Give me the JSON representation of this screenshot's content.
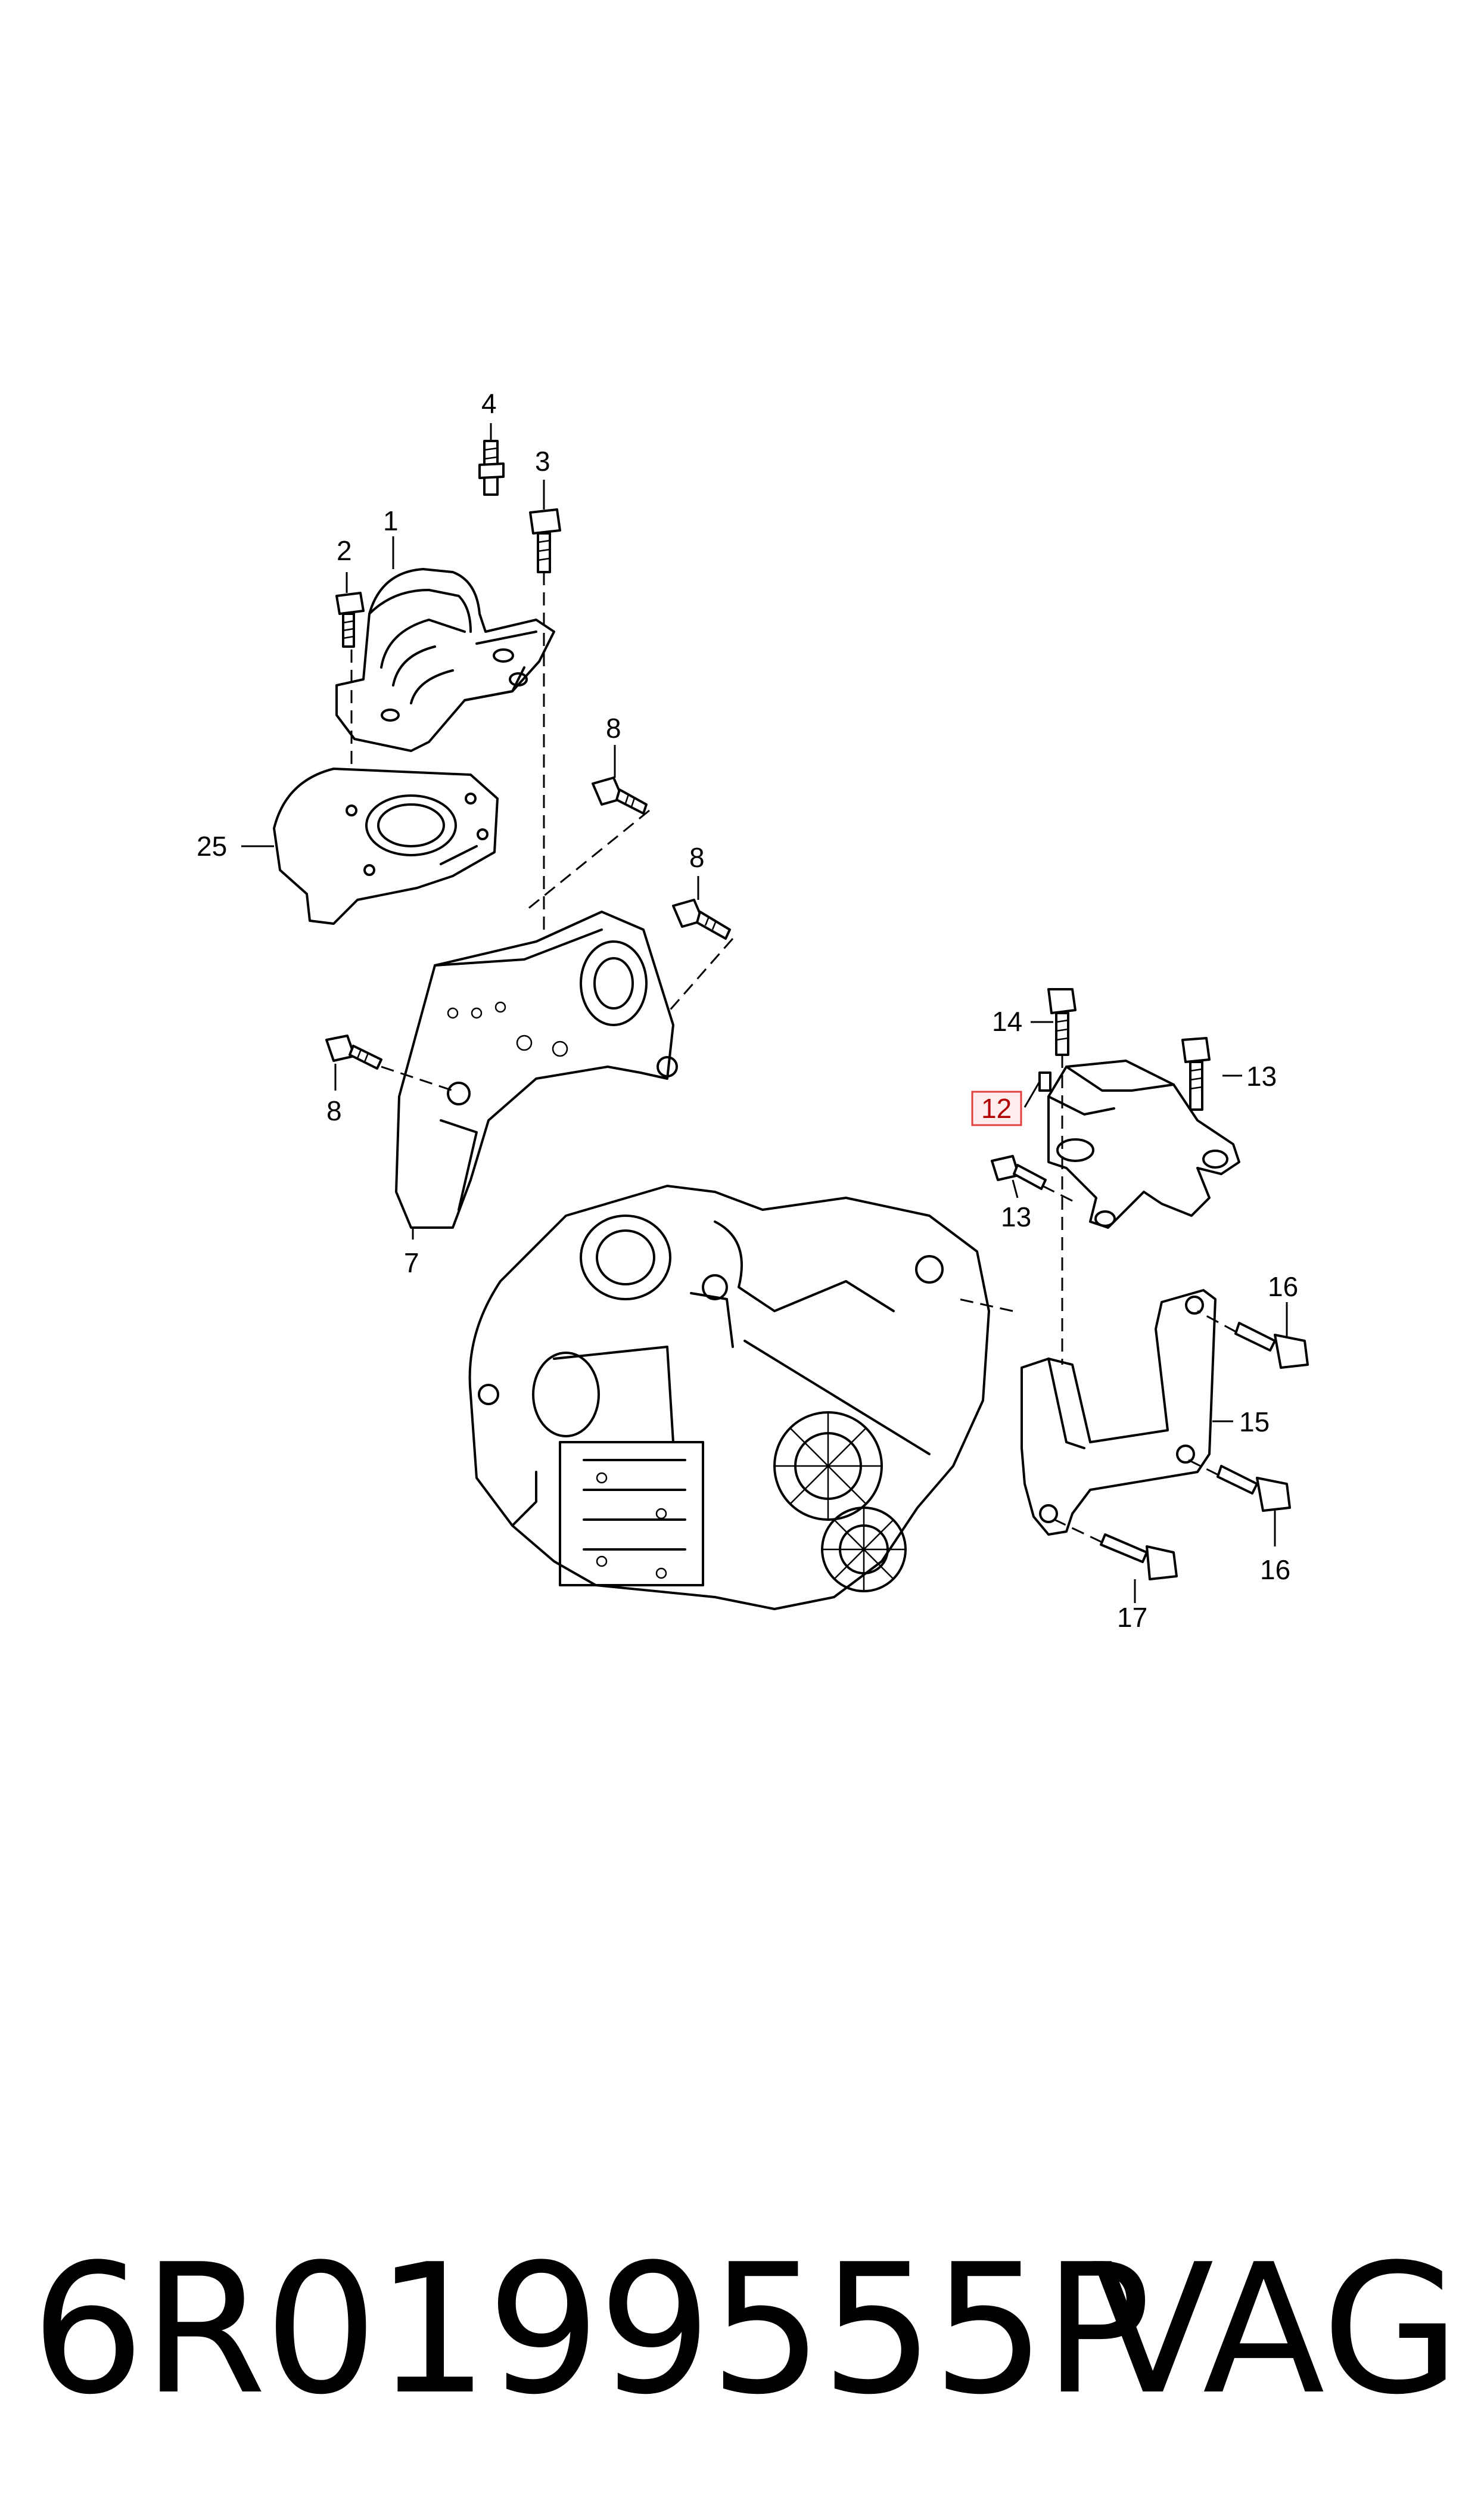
{
  "diagram": {
    "callouts": {
      "c1": "1",
      "c2": "2",
      "c3": "3",
      "c4": "4",
      "c7": "7",
      "c8a": "8",
      "c8b": "8",
      "c8c": "8",
      "c12": "12",
      "c13a": "13",
      "c13b": "13",
      "c14": "14",
      "c15": "15",
      "c16a": "16",
      "c16b": "16",
      "c17": "17",
      "c25": "25"
    },
    "highlight_color": "#e04040"
  },
  "footer": {
    "part_number": "6R0199555P",
    "brand": "VAG"
  }
}
